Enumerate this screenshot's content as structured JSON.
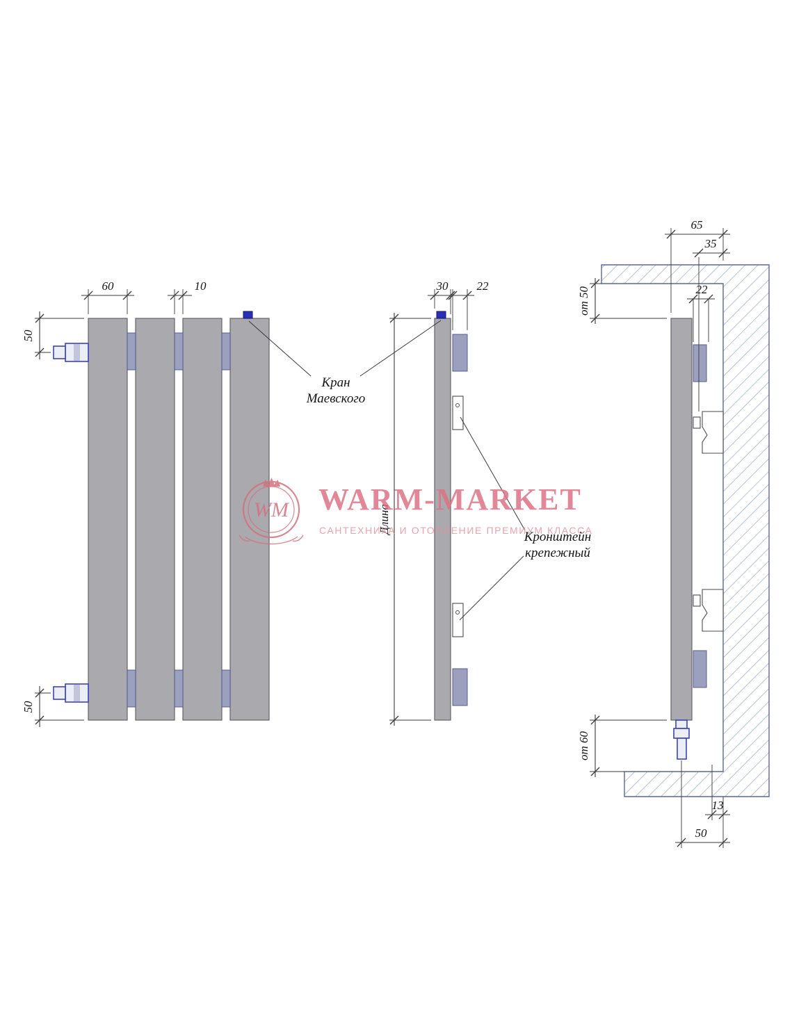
{
  "page": {
    "background": "#ffffff"
  },
  "watermark": {
    "monogram": "WM",
    "brand": "WARM-MARKET",
    "tagline": "САНТЕХНИКА И ОТОПЛЕНИЕ ПРЕМИУМ КЛАССА",
    "accent_color": "#dc7386"
  },
  "drawing": {
    "views": {
      "front": {
        "dims": {
          "panel_width": "60",
          "panel_gap": "10",
          "inlet_top_offset": "50",
          "inlet_bottom_offset": "50"
        }
      },
      "side": {
        "dims": {
          "depth": "30",
          "bracket_depth": "22"
        },
        "length_label": "Длина"
      },
      "installation": {
        "dims": {
          "total_depth": "65",
          "bracket_offset": "35",
          "bracket_depth": "22",
          "top_clearance": "от 50",
          "bottom_clearance": "от 60",
          "wall_gap": "13",
          "pipe_to_wall": "50"
        }
      }
    },
    "callouts": {
      "valve": {
        "line1": "Кран",
        "line2": "Маевского"
      },
      "bracket": {
        "line1": "Кронштейн",
        "line2": "крепежный"
      }
    },
    "colors": {
      "panel": "#a9a9ae",
      "connector": "#9aa0bd",
      "valve_blue": "#2b2fb4",
      "wall_hatch": "#a7b3c9",
      "line": "#3a3a3a"
    }
  }
}
